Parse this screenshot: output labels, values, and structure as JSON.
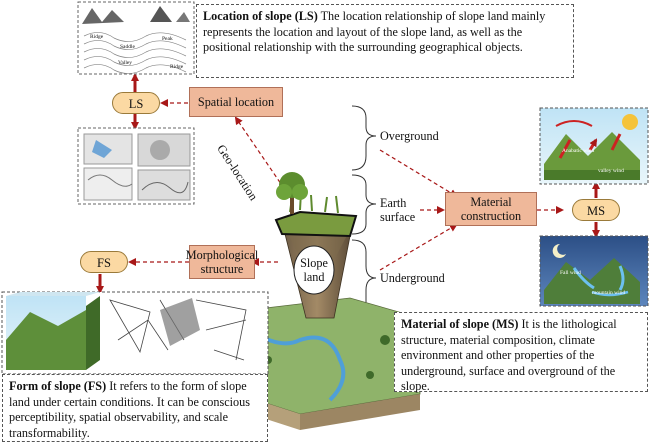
{
  "ls_box": {
    "title": "Location of slope (LS)",
    "text": "The location relationship of slope land mainly represents the location and layout of the slope land, as well as the positional relationship with the surrounding geographical objects."
  },
  "ms_box": {
    "title": "Material of slope (MS)",
    "text": "It is the lithological structure, material composition, climate environment and other properties of the underground, surface and overground of the slope."
  },
  "fs_box": {
    "title": "Form of slope (FS)",
    "text": "It refers to the form of slope land under certain conditions. It can be conscious perceptibility, spatial observability, and scale transformability."
  },
  "nodes": {
    "ls": "LS",
    "ms": "MS",
    "fs": "FS",
    "spatial_location": "Spatial location",
    "morphological_structure": "Morphological structure",
    "material_construction": "Material construction",
    "slope_land": "Slope land"
  },
  "labels": {
    "geo_location": "Geo-location",
    "overground": "Overground",
    "earth_surface": "Earth surface",
    "underground": "Underground"
  },
  "map_labels": {
    "ridge": "Ridge",
    "saddle": "Saddle",
    "peak": "Peak",
    "valley": "Valley",
    "ridge2": "Ridge"
  },
  "wind_labels": {
    "anabatic": "Anabatic wind",
    "valley": "valley wind",
    "fall": "Fall wind",
    "mountain": "mountain wind"
  },
  "colors": {
    "arrow_red": "#a81818",
    "pill_fill": "#fbd9a3",
    "orange_fill": "#efb89a",
    "sky_blue": "#9fd0ea",
    "grass": "#6f9b3c"
  }
}
